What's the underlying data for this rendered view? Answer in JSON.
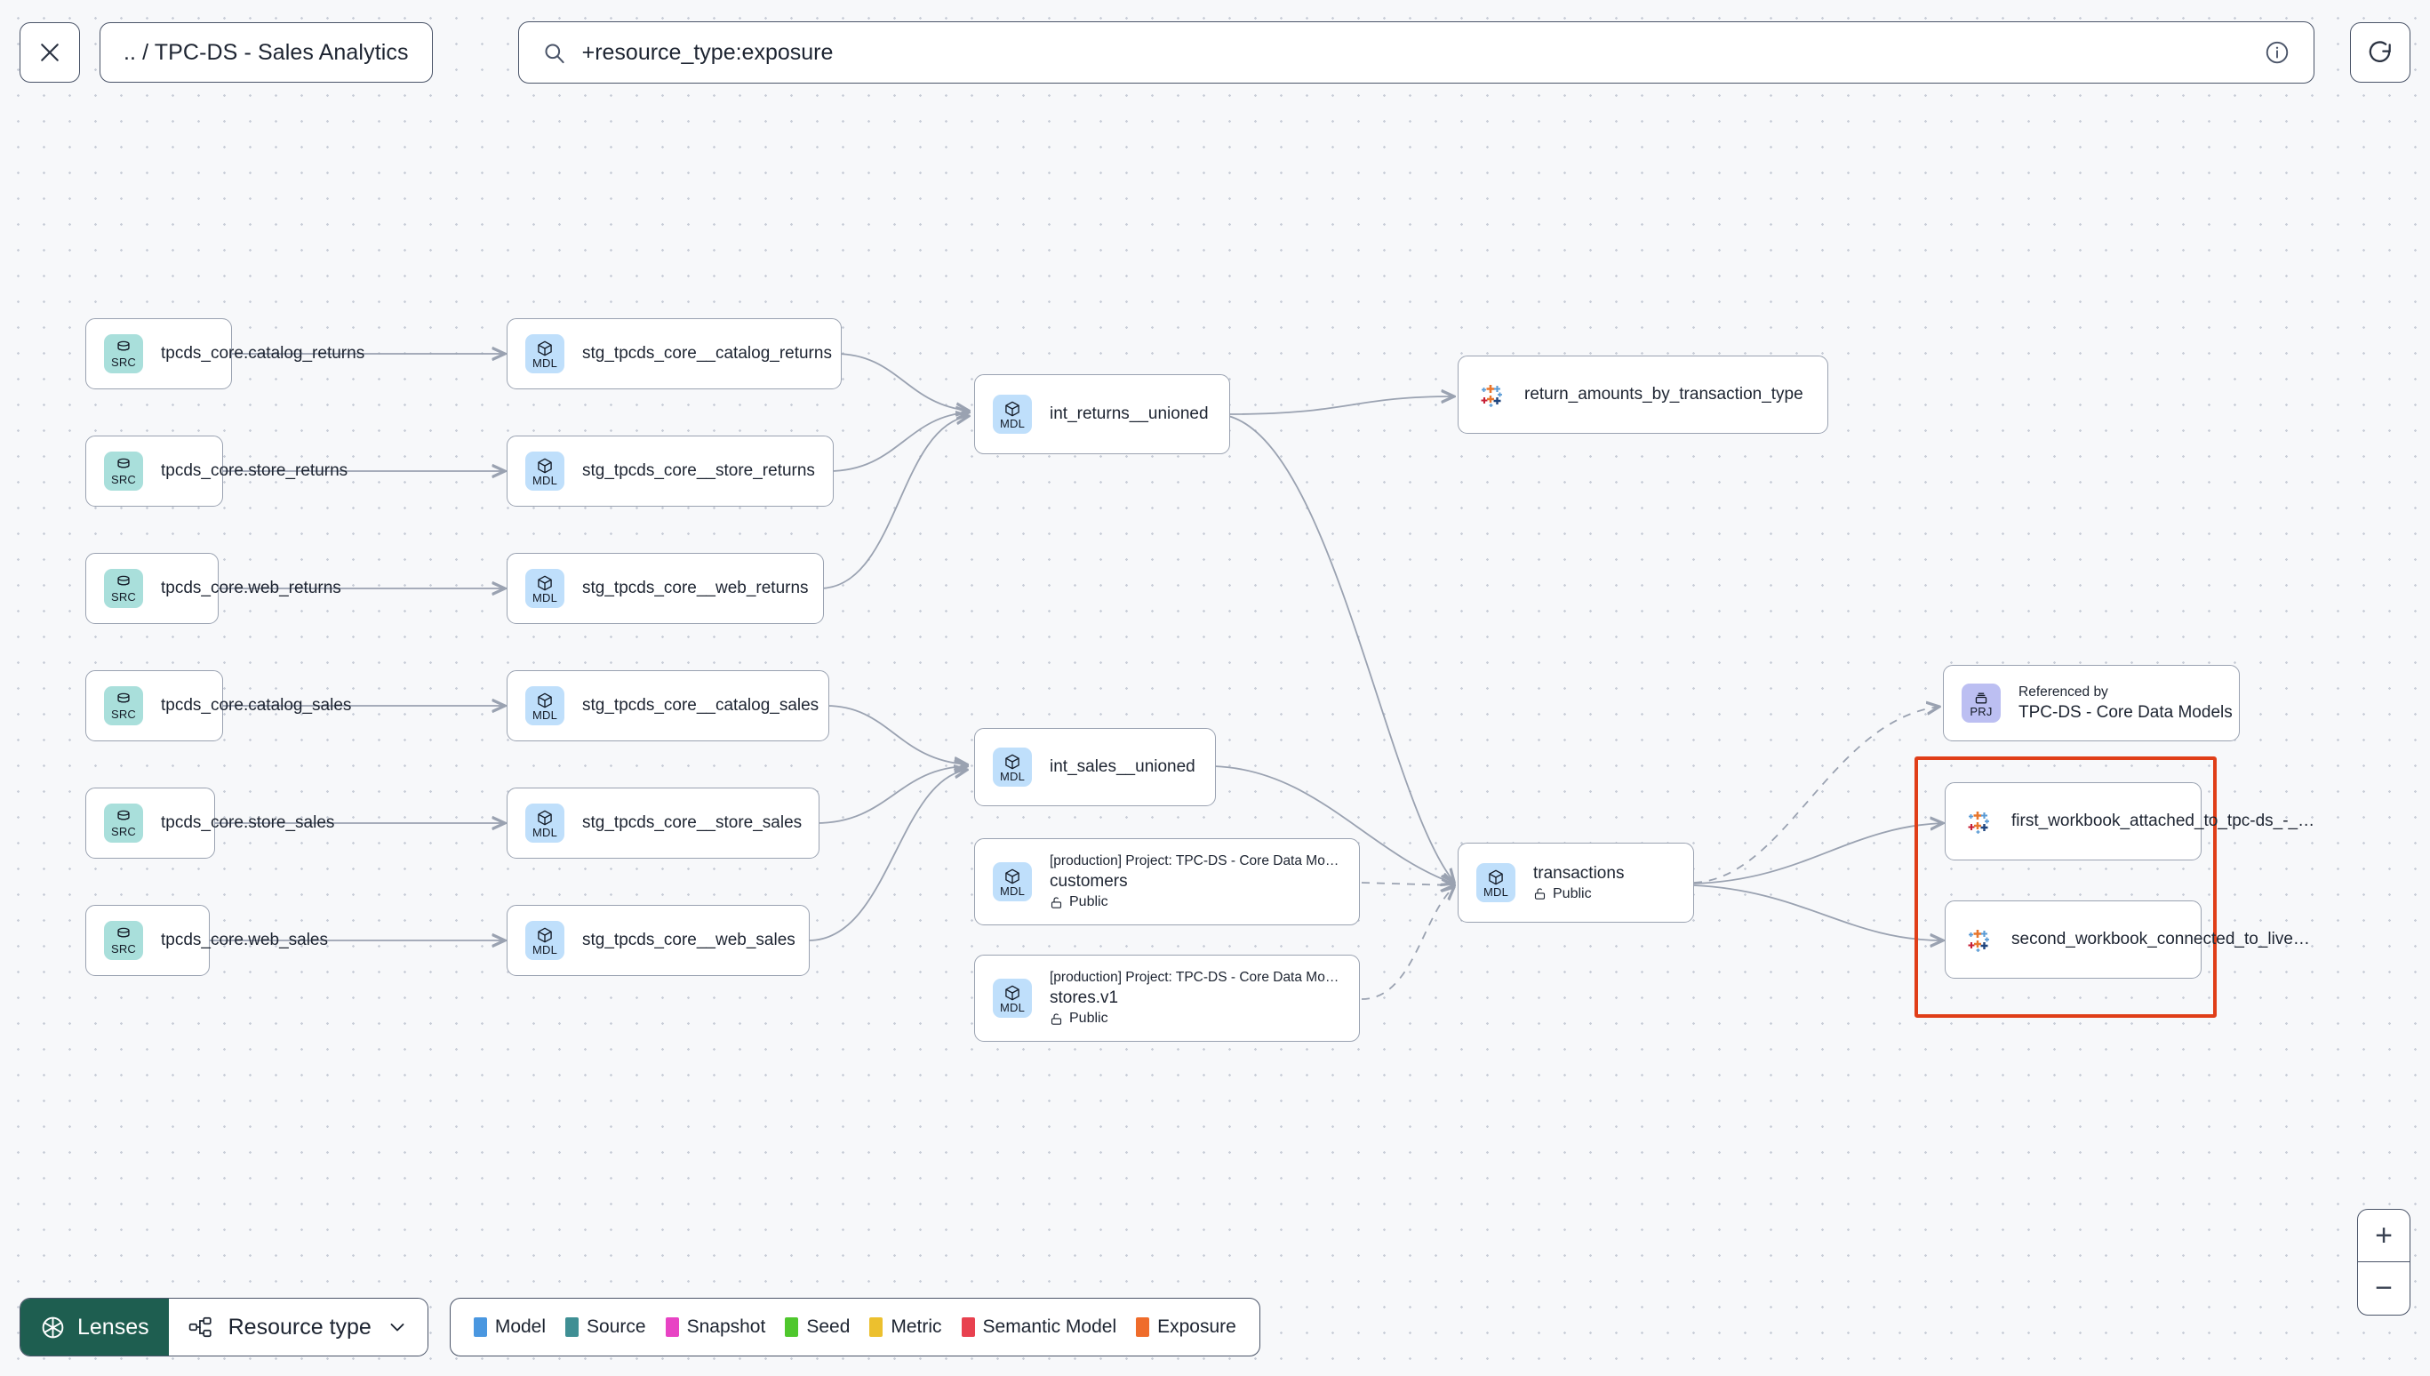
{
  "header": {
    "close_icon": "close-icon",
    "breadcrumb": ".. / TPC-DS - Sales Analytics",
    "search": {
      "icon": "search-icon",
      "value": "+resource_type:exposure",
      "placeholder": "Search",
      "info_icon": "info-icon"
    },
    "refresh_icon": "refresh-icon"
  },
  "graph": {
    "sources": [
      {
        "badge": "SRC",
        "label": "tpcds_core.catalog_returns"
      },
      {
        "badge": "SRC",
        "label": "tpcds_core.store_returns"
      },
      {
        "badge": "SRC",
        "label": "tpcds_core.web_returns"
      },
      {
        "badge": "SRC",
        "label": "tpcds_core.catalog_sales"
      },
      {
        "badge": "SRC",
        "label": "tpcds_core.store_sales"
      },
      {
        "badge": "SRC",
        "label": "tpcds_core.web_sales"
      }
    ],
    "staging": [
      {
        "badge": "MDL",
        "label": "stg_tpcds_core__catalog_returns"
      },
      {
        "badge": "MDL",
        "label": "stg_tpcds_core__store_returns"
      },
      {
        "badge": "MDL",
        "label": "stg_tpcds_core__web_returns"
      },
      {
        "badge": "MDL",
        "label": "stg_tpcds_core__catalog_sales"
      },
      {
        "badge": "MDL",
        "label": "stg_tpcds_core__store_sales"
      },
      {
        "badge": "MDL",
        "label": "stg_tpcds_core__web_sales"
      }
    ],
    "intermediate": [
      {
        "badge": "MDL",
        "label": "int_returns__unioned"
      },
      {
        "badge": "MDL",
        "label": "int_sales__unioned"
      }
    ],
    "public_models": [
      {
        "badge": "MDL",
        "project": "[production] Project: TPC-DS - Core Data Mo…",
        "name": "customers",
        "visibility": "Public"
      },
      {
        "badge": "MDL",
        "project": "[production] Project: TPC-DS - Core Data Mo…",
        "name": "stores.v1",
        "visibility": "Public"
      }
    ],
    "transactions": {
      "badge": "MDL",
      "name": "transactions",
      "visibility": "Public"
    },
    "metric_exposure": {
      "icon": "tableau-icon",
      "label": "return_amounts_by_transaction_type"
    },
    "project_ref": {
      "badge": "PRJ",
      "sub": "Referenced by",
      "name": "TPC-DS - Core Data Models"
    },
    "highlighted_exposures": [
      {
        "icon": "tableau-icon",
        "label": "first_workbook_attached_to_tpc-ds_-_…"
      },
      {
        "icon": "tableau-icon",
        "label": "second_workbook_connected_to_live…"
      }
    ],
    "highlight_color": "#e03e18"
  },
  "bottom": {
    "lenses_label": "Lenses",
    "lenses_icon": "aperture-icon",
    "resource_type_label": "Resource type",
    "resource_type_icon": "nodes-icon",
    "chevron_icon": "chevron-down-icon",
    "legend": [
      {
        "label": "Model",
        "color": "#4a97e0"
      },
      {
        "label": "Source",
        "color": "#3f8f94"
      },
      {
        "label": "Snapshot",
        "color": "#e843c4"
      },
      {
        "label": "Seed",
        "color": "#4fc72d"
      },
      {
        "label": "Metric",
        "color": "#ecc02e"
      },
      {
        "label": "Semantic Model",
        "color": "#e8414f"
      },
      {
        "label": "Exposure",
        "color": "#ef6c2b"
      }
    ]
  },
  "zoom_controls": {
    "zoom_in": "+",
    "zoom_out": "−"
  }
}
